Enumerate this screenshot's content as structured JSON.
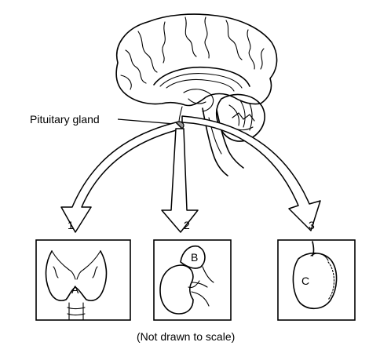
{
  "diagram": {
    "pointer_label": "Pituitary gland",
    "arrows": [
      {
        "number": "1"
      },
      {
        "number": "2"
      },
      {
        "number": "3"
      }
    ],
    "organs": [
      {
        "letter": "A"
      },
      {
        "letter": "B"
      },
      {
        "letter": "C"
      }
    ],
    "footnote": "(Not drawn to scale)"
  }
}
